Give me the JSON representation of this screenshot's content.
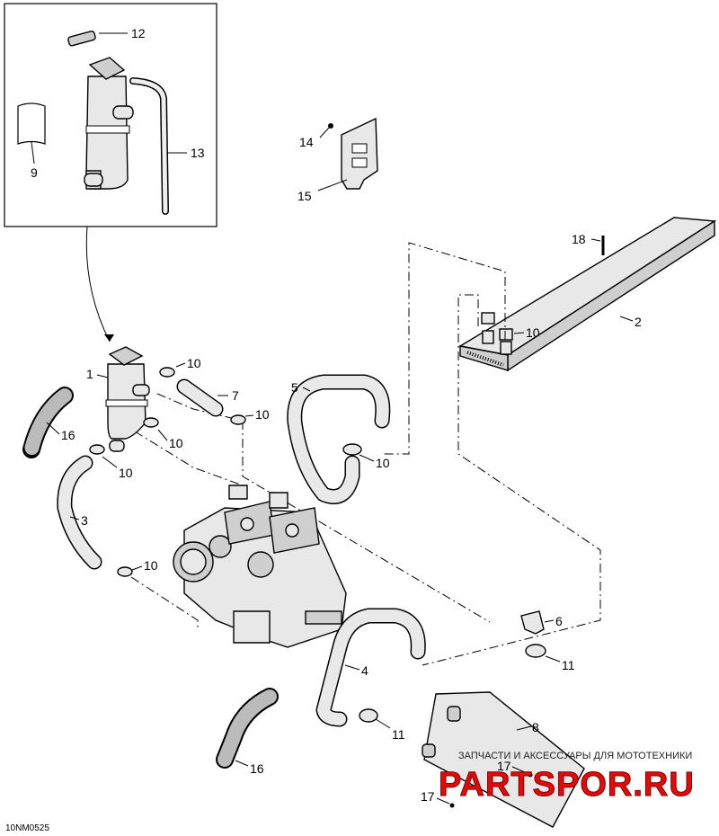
{
  "diagram": {
    "callouts": {
      "c1": "1",
      "c2": "2",
      "c3": "3",
      "c4": "4",
      "c5": "5",
      "c6": "6",
      "c7": "7",
      "c8": "8",
      "c9": "9",
      "c10a": "10",
      "c10b": "10",
      "c10c": "10",
      "c10d": "10",
      "c10e": "10",
      "c10f": "10",
      "c10g": "10",
      "c11a": "11",
      "c11b": "11",
      "c12": "12",
      "c13": "13",
      "c14": "14",
      "c15": "15",
      "c16a": "16",
      "c16b": "16",
      "c17a": "17",
      "c17b": "17",
      "c18": "18"
    },
    "figure_code": "10NM0525"
  },
  "watermark": {
    "tagline": "ЗАПЧАСТИ И АКСЕССУАРЫ ДЛЯ МОТОТЕХНИКИ",
    "brand": "PARTSPOR.RU"
  },
  "colors": {
    "line": "#000000",
    "watermark_red": "#e40a0a"
  }
}
